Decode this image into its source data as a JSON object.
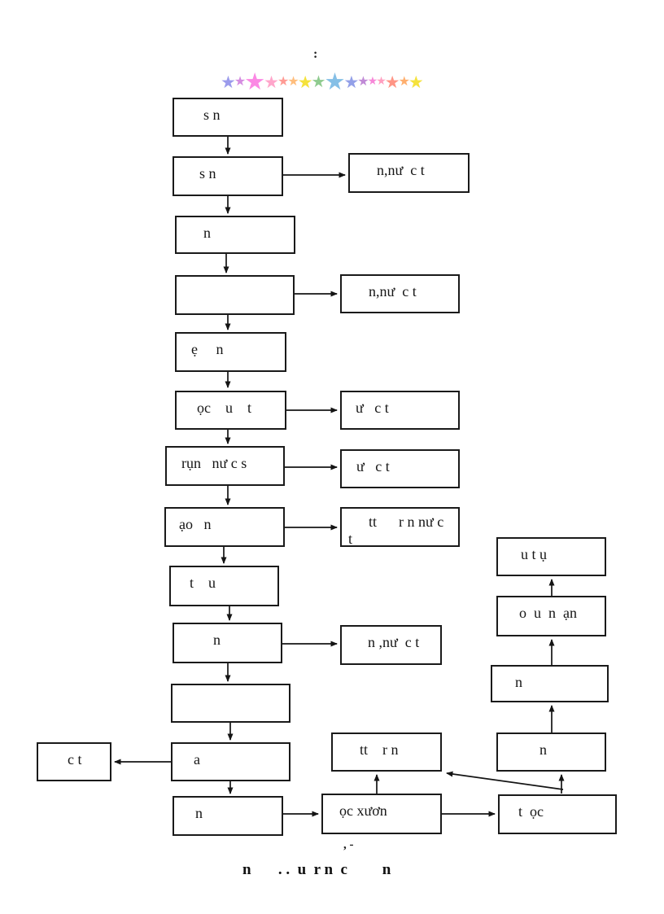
{
  "header": {
    "title_mark": ":"
  },
  "decor": {
    "star_glyph": "★",
    "stars": [
      {
        "name": "star-1",
        "color": "#9b9bec",
        "size": 21
      },
      {
        "name": "star-2",
        "color": "#d48ce0",
        "size": 16
      },
      {
        "name": "star-3",
        "color": "#fb88e4",
        "size": 29
      },
      {
        "name": "star-4",
        "color": "#ffa6cb",
        "size": 21
      },
      {
        "name": "star-5",
        "color": "#ff9b94",
        "size": 16
      },
      {
        "name": "star-6",
        "color": "#ffbe7d",
        "size": 16
      },
      {
        "name": "star-7",
        "color": "#f5e23c",
        "size": 21
      },
      {
        "name": "star-8",
        "color": "#8fcb8f",
        "size": 20
      },
      {
        "name": "star-9",
        "color": "#85bfe6",
        "size": 29
      },
      {
        "name": "star-10",
        "color": "#93a0e8",
        "size": 21
      },
      {
        "name": "star-11",
        "color": "#c08ad6",
        "size": 16
      },
      {
        "name": "star-12",
        "color": "#f788d8",
        "size": 14
      },
      {
        "name": "star-13",
        "color": "#ff9fc0",
        "size": 14
      },
      {
        "name": "star-14",
        "color": "#ff9585",
        "size": 21
      },
      {
        "name": "star-15",
        "color": "#ffaf6e",
        "size": 16
      },
      {
        "name": "star-16",
        "color": "#f5e23c",
        "size": 21
      }
    ]
  },
  "nodes": {
    "b1": "s n",
    "b2": "s n",
    "b3": "n",
    "b4": "",
    "b5": "ẹ     n",
    "b6": "ọc    u    t",
    "b7": "rụn   nư c s",
    "b8": "ạo   n",
    "b9": "t    u",
    "b10": "n",
    "b11": "",
    "b12": "a",
    "b13": "n",
    "s1": "n,nư  c t",
    "s2": "n,nư  c t",
    "s3": "ư   c t",
    "s4": "ư   c t",
    "s5a": "tt      r n nư c",
    "s5b": "t",
    "s6": "n ,nư  c t",
    "left1": "c t",
    "m1": "tt    r n",
    "m2": "ọc xươn",
    "m3": "t  ọc",
    "r1": "u t ụ",
    "r2": "o  u  n  ạn",
    "r3": "n",
    "r4": "n"
  },
  "footer": {
    "line1": ", -",
    "line2": "n       . .  u  r n  c         n"
  },
  "colors": {
    "line": "#141414",
    "box_border": "#1a1a1a",
    "background": "#ffffff"
  }
}
